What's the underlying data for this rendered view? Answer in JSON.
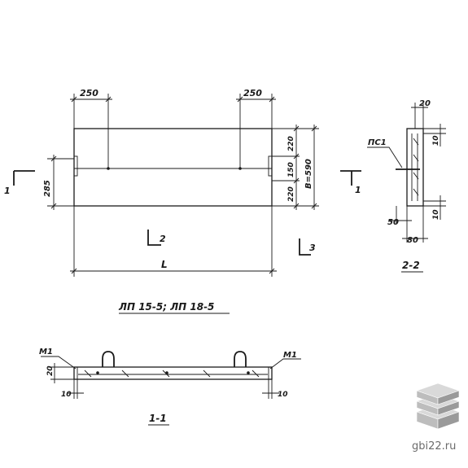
{
  "plan": {
    "dim_left": "250",
    "dim_right": "250",
    "dim_285": "285",
    "dim_220_top": "220",
    "dim_150": "150",
    "dim_220_bottom": "220",
    "dim_B": "B=590",
    "dim_L": "L",
    "section_mark_left": "1",
    "section_mark_right": "1",
    "section_mark_2": "2",
    "section_mark_3": "3",
    "caption": "ЛП 15-5; ЛП 18-5"
  },
  "section_2_2": {
    "dim_20": "20",
    "dim_10_top": "10",
    "label_pc1": "ПС1",
    "dim_50": "50",
    "dim_80": "80",
    "dim_10_bottom": "10",
    "caption": "2-2"
  },
  "section_1_1": {
    "label_m1_left": "М1",
    "label_m1_right": "М1",
    "dim_20": "20",
    "dim_10_left": "10",
    "dim_10_right": "10",
    "caption": "1-1"
  },
  "watermark": {
    "text": "gbi22.ru",
    "colors": [
      "#d9d9d9",
      "#bdbdbd",
      "#9a9a9a"
    ]
  }
}
